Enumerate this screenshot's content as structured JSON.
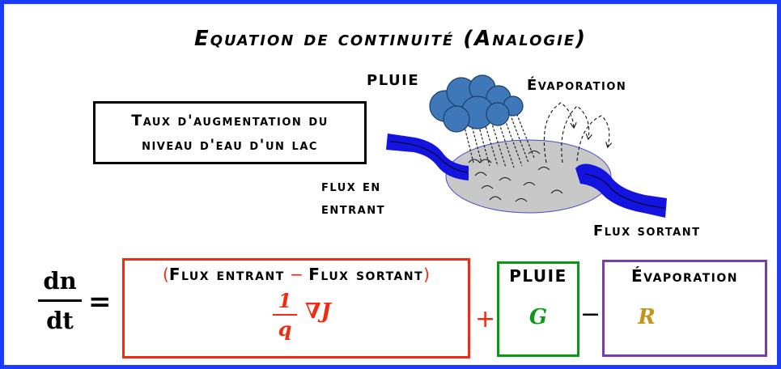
{
  "title": "Equation de continuité (Analogie)",
  "lake_box": {
    "line1": "Taux d'augmentation du",
    "line2": "niveau d'eau d'un lac"
  },
  "labels": {
    "rain": "PLUIE",
    "evaporation": "Évaporation",
    "inflow_line1": "flux en",
    "inflow_line2": "entrant",
    "outflow": "Flux sortant"
  },
  "equation": {
    "lhs_num": "dn",
    "lhs_den": "dt",
    "equals": "=",
    "flux_open": "(",
    "flux_in": "Flux entrant",
    "flux_minus": "−",
    "flux_out": "Flux sortant",
    "flux_close": ")",
    "frac_num": "1",
    "frac_den": "q",
    "nabla_term": "∇J",
    "plus": "+",
    "rain_header": "PLUIE",
    "rain_symbol": "G",
    "minus": "−",
    "evap_header": "Évaporation",
    "evap_symbol": "R"
  },
  "colors": {
    "frame": "#1a3cff",
    "flux_box": "#f02b10",
    "rain_box": "#0a9a16",
    "evap_box": "#7a3dad",
    "evap_symbol": "#c5931a",
    "river": "#1414e0",
    "lake": "#c8c8c8",
    "cloud": "#3f78b8"
  },
  "icons": [
    "cloud-icon",
    "lake-icon",
    "inflow-river-icon",
    "outflow-river-icon",
    "rain-streaks-icon",
    "evaporation-arrows-icon"
  ]
}
